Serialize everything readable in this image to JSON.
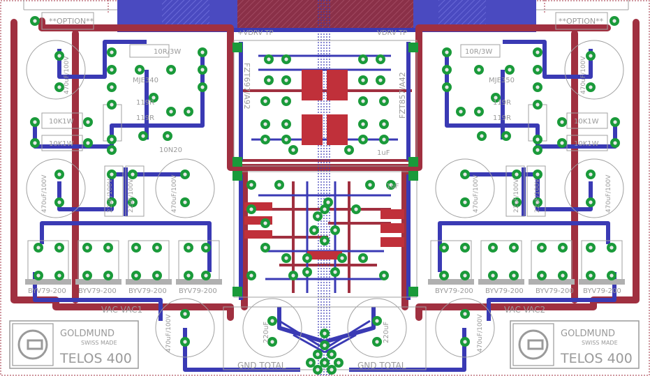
{
  "colors": {
    "background": "#ffffff",
    "bottom_trace": "#3a3ab4",
    "top_trace": "#a03040",
    "pad": "#1a9a3a",
    "pad_hole": "#e8e8e8",
    "silkscreen": "#a0a0a0",
    "smd_pad": "#c0303a",
    "fill": "#4a4ac0"
  },
  "board": {
    "option_left": "**OPTION**",
    "option_right": "**OPTION**",
    "vdrv_left": "+VDRV TP",
    "vdrv_right": "VDRV TP",
    "fzt_left": "FZT697/A92",
    "fzt_right": "FZT857/A42",
    "gnd_left": "GND TOTAL",
    "gnd_right": "GND TOTAL",
    "vac_left": "VAC VAC1",
    "vac_right": "VAC VAC2"
  },
  "left_channel": {
    "r_10r3w": "10R/3W",
    "q_driver": "MJE340",
    "r_119r_a": "119R",
    "r_119r_b": "119R",
    "c_10n20": "10N20",
    "r_10k1w_a": "10K1W",
    "r_10k1w_b": "10K1W",
    "c_22uf_a": "22uF/100V",
    "c_22uf_b": "22uF/100V",
    "c_470uf_a": "470uF/100V",
    "c_470uf_b": "470uF/100V",
    "c_470uf_c": "470uF/100V",
    "c_470uf_d": "470uF/100V",
    "diodes": [
      "BYV79-200",
      "BYV79-200",
      "BYV79-200",
      "BYV79-200"
    ]
  },
  "right_channel": {
    "r_10r3w": "10R/3W",
    "q_driver": "MJE350",
    "r_119r_a": "119R",
    "r_119r_b": "119R",
    "r_10k1w_a": "10K1W",
    "r_10k1w_b": "10K1W",
    "c_22uf_a": "22uF/100V",
    "c_22uf_b": "22uF/100V",
    "c_470uf_a": "470uF/100V",
    "c_470uf_b": "470uF/100V",
    "c_470uf_c": "470uF/100V",
    "c_470uf_d": "470uF/100V",
    "diodes": [
      "BYV79-200",
      "BYV79-200",
      "BYV79-200",
      "BYV79-200"
    ]
  },
  "center": {
    "c_1uf_left": "1uF",
    "c_1uf_right": "1uF",
    "c_bottom_left": "220uF",
    "c_bottom_right": "220uF"
  },
  "logo_left": {
    "brand": "GOLDMUND",
    "tagline": "SWISS MADE",
    "model": "TELOS 400"
  },
  "logo_right": {
    "brand": "GOLDMUND",
    "tagline": "SWISS MADE",
    "model": "TELOS 400"
  }
}
